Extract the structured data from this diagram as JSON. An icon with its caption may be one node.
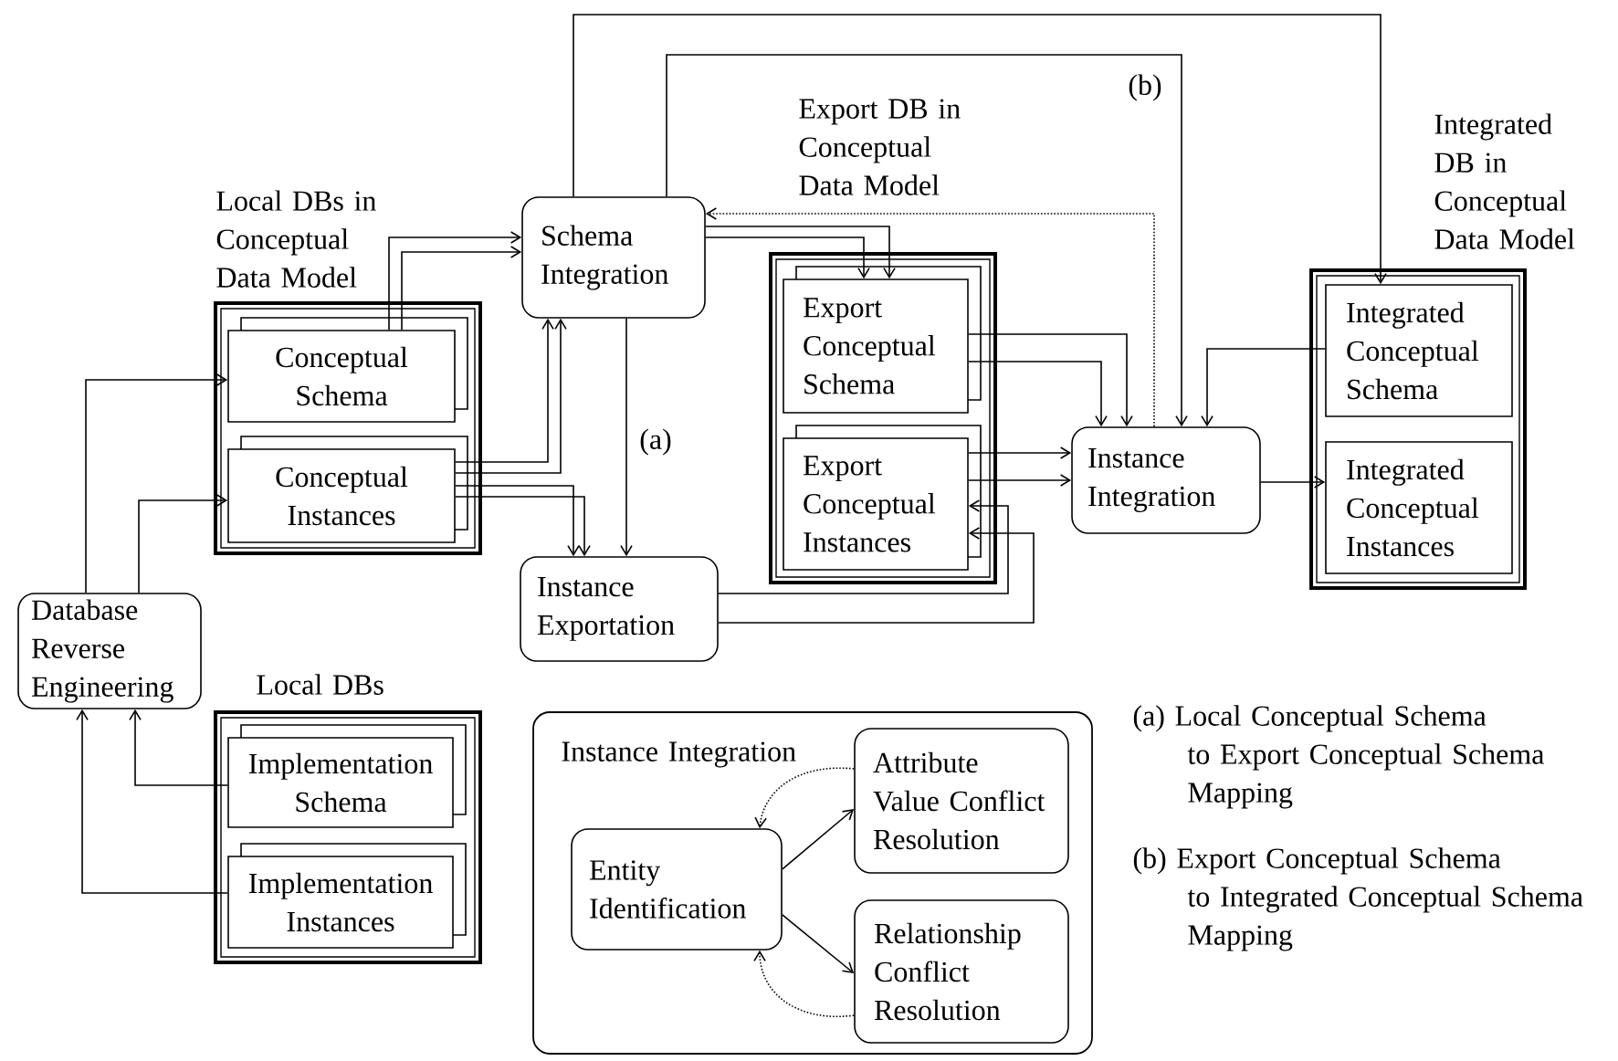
{
  "diagram": {
    "nodes": [
      {
        "text": [
          "Local DBs in Conceptual Data Model"
        ]
      },
      {
        "text": [
          "Conceptual Schema"
        ],
        "in": 0
      },
      {
        "text": [
          "Conceptual Instances"
        ],
        "in": 0
      },
      {
        "text": [
          "Schema Integration"
        ]
      },
      {
        "text": [
          "Export DB in Conceptual Data Model"
        ]
      },
      {
        "text": [
          "Export Conceptual Schema"
        ],
        "in": 4
      },
      {
        "text": [
          "Export Conceptual Instances"
        ],
        "in": 4
      },
      {
        "text": [
          "Instance Exportation"
        ]
      },
      {
        "text": [
          "Instance Integration"
        ]
      },
      {
        "text": [
          "Integrated DB in Conceptual Data Model"
        ]
      },
      {
        "text": [
          "Integrated Conceptual Schema"
        ],
        "in": 9
      },
      {
        "text": [
          "Integrated Conceptual Instances"
        ],
        "in": 9
      },
      {
        "text": [
          "Database Reverse Engineering"
        ]
      },
      {
        "text": [
          "Local DBs"
        ]
      },
      {
        "text": [
          "Implementation Schema"
        ],
        "in": 13
      },
      {
        "text": [
          "Implementation Instances"
        ],
        "in": 13
      },
      {
        "text": [
          "Instance Integration"
        ]
      },
      {
        "text": [
          "Entity Identification"
        ],
        "in": 16
      },
      {
        "text": [
          "Attribute Value Conflict Resolution"
        ],
        "in": 16
      },
      {
        "text": [
          "Relationship Conflict Resolution"
        ],
        "in": 16
      }
    ],
    "edges": [
      {
        "from": 12,
        "to": 1,
        "arrow": "to"
      },
      {
        "from": 12,
        "to": 2,
        "arrow": "to"
      },
      {
        "from": 14,
        "to": 12,
        "arrow": "to"
      },
      {
        "from": 15,
        "to": 12,
        "arrow": "to"
      },
      {
        "from": 1,
        "to": 3,
        "arrow": "to"
      },
      {
        "from": 1,
        "to": 3,
        "arrow": "to"
      },
      {
        "from": 2,
        "to": 3,
        "arrow": "to"
      },
      {
        "from": 2,
        "to": 3,
        "arrow": "to"
      },
      {
        "from": 2,
        "to": 7,
        "arrow": "to"
      },
      {
        "from": 2,
        "to": 7,
        "arrow": "to"
      },
      {
        "from": 3,
        "to": 7,
        "arrow": "to",
        "label": "(a)"
      },
      {
        "from": 3,
        "to": 5,
        "arrow": "to"
      },
      {
        "from": 3,
        "to": 5,
        "arrow": "to"
      },
      {
        "from": 8,
        "to": 3,
        "arrow": "to",
        "style": "dashed"
      },
      {
        "from": 3,
        "to": 8,
        "arrow": "to",
        "label": "(b)"
      },
      {
        "from": 3,
        "to": 10,
        "arrow": "to"
      },
      {
        "from": 5,
        "to": 8,
        "arrow": "to"
      },
      {
        "from": 5,
        "to": 8,
        "arrow": "to"
      },
      {
        "from": 6,
        "to": 8,
        "arrow": "to"
      },
      {
        "from": 6,
        "to": 8,
        "arrow": "to"
      },
      {
        "from": 10,
        "to": 8,
        "arrow": "to"
      },
      {
        "from": 8,
        "to": 11,
        "arrow": "to"
      },
      {
        "from": 7,
        "to": 6,
        "arrow": "to"
      },
      {
        "from": 7,
        "to": 6,
        "arrow": "to"
      },
      {
        "from": 17,
        "to": 18,
        "arrow": "to"
      },
      {
        "from": 17,
        "to": 19,
        "arrow": "to"
      },
      {
        "from": 18,
        "to": 17,
        "arrow": "to",
        "style": "dashed"
      },
      {
        "from": 19,
        "to": 17,
        "arrow": "to",
        "style": "dashed"
      }
    ],
    "labels": [
      "(a) Local Conceptual Schema to Export Conceptual Schema Mapping",
      "(b) Export Conceptual Schema to Integrated Conceptual Schema Mapping"
    ]
  }
}
